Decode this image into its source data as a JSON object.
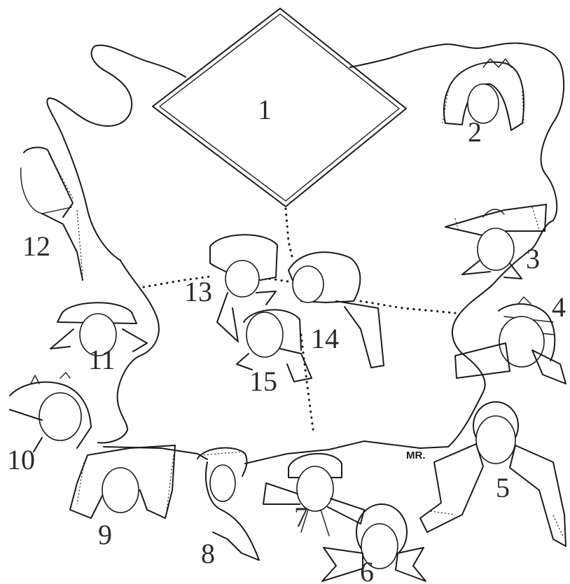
{
  "labels": {
    "n1": "1",
    "n2": "2",
    "n3": "3",
    "n4": "4",
    "n5": "5",
    "n6": "6",
    "n7": "7",
    "n8": "8",
    "n9": "9",
    "n10": "10",
    "n11": "11",
    "n12": "12",
    "n13": "13",
    "n14": "14",
    "n15": "15"
  },
  "signature": "MR.",
  "colors": {
    "ink": "#1a1a1a",
    "background": "#ffffff"
  }
}
